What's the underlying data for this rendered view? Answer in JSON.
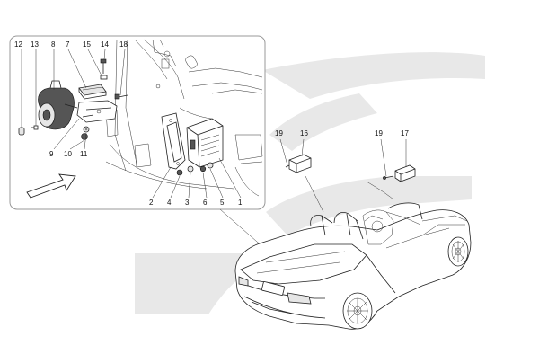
{
  "diagram": {
    "inset_callouts": [
      "12",
      "13",
      "8",
      "7",
      "15",
      "14",
      "18",
      "9",
      "10",
      "11",
      "2",
      "4",
      "3",
      "6",
      "5",
      "1"
    ],
    "left_module_callouts": [
      "19",
      "16"
    ],
    "right_module_callouts": [
      "19",
      "17"
    ]
  },
  "colors": {
    "line": "#222222",
    "swoosh": "#e6e6e6",
    "inset_border": "#999999"
  },
  "icons": {
    "direction_arrow": "hollow-arrow-icon"
  }
}
